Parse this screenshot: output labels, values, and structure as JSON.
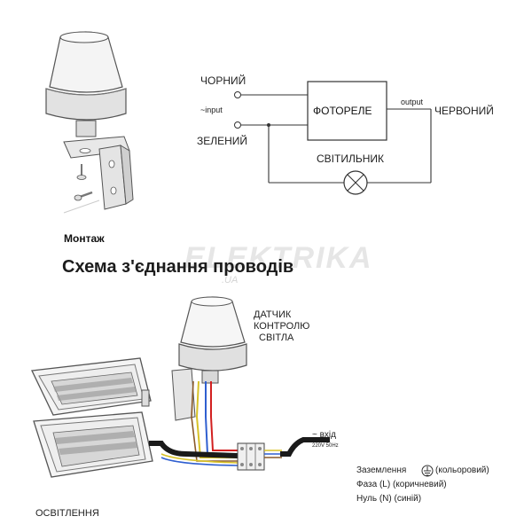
{
  "top_diagram": {
    "wire_black": "ЧОРНИЙ",
    "wire_green": "ЗЕЛЕНИЙ",
    "wire_red": "ЧЕРВОНИЙ",
    "input_label": "~input",
    "output_label": "output",
    "photorelay_label": "ФОТОРЕЛЕ",
    "lamp_label": "СВІТИЛЬНИК"
  },
  "mount_caption": "Монтаж",
  "watermark": {
    "main": "ELEKTRIKA",
    "sub": ".UA"
  },
  "section_title": "Схема з'єднання проводів",
  "sensor_label": {
    "line1": "ДАТЧИК",
    "line2": "КОНТРОЛЮ",
    "line3": "СВІТЛА"
  },
  "input_block": {
    "label": "~ вхід",
    "voltage": "220V 50Hz"
  },
  "legend": {
    "ground": "Заземлення",
    "ground_note": "(кольоровий)",
    "phase": "Фаза (L)  (коричневий)",
    "neutral": "Нуль (N)  (синій)"
  },
  "floodlight_label": "ОСВІТЛЕННЯ",
  "colors": {
    "wire_red": "#d22020",
    "wire_blue": "#2f5fd0",
    "wire_yellow": "#d8c227",
    "wire_brown": "#8a5a2b",
    "cable_black": "#1a1a1a",
    "led_dots": "#7a7a7a"
  }
}
